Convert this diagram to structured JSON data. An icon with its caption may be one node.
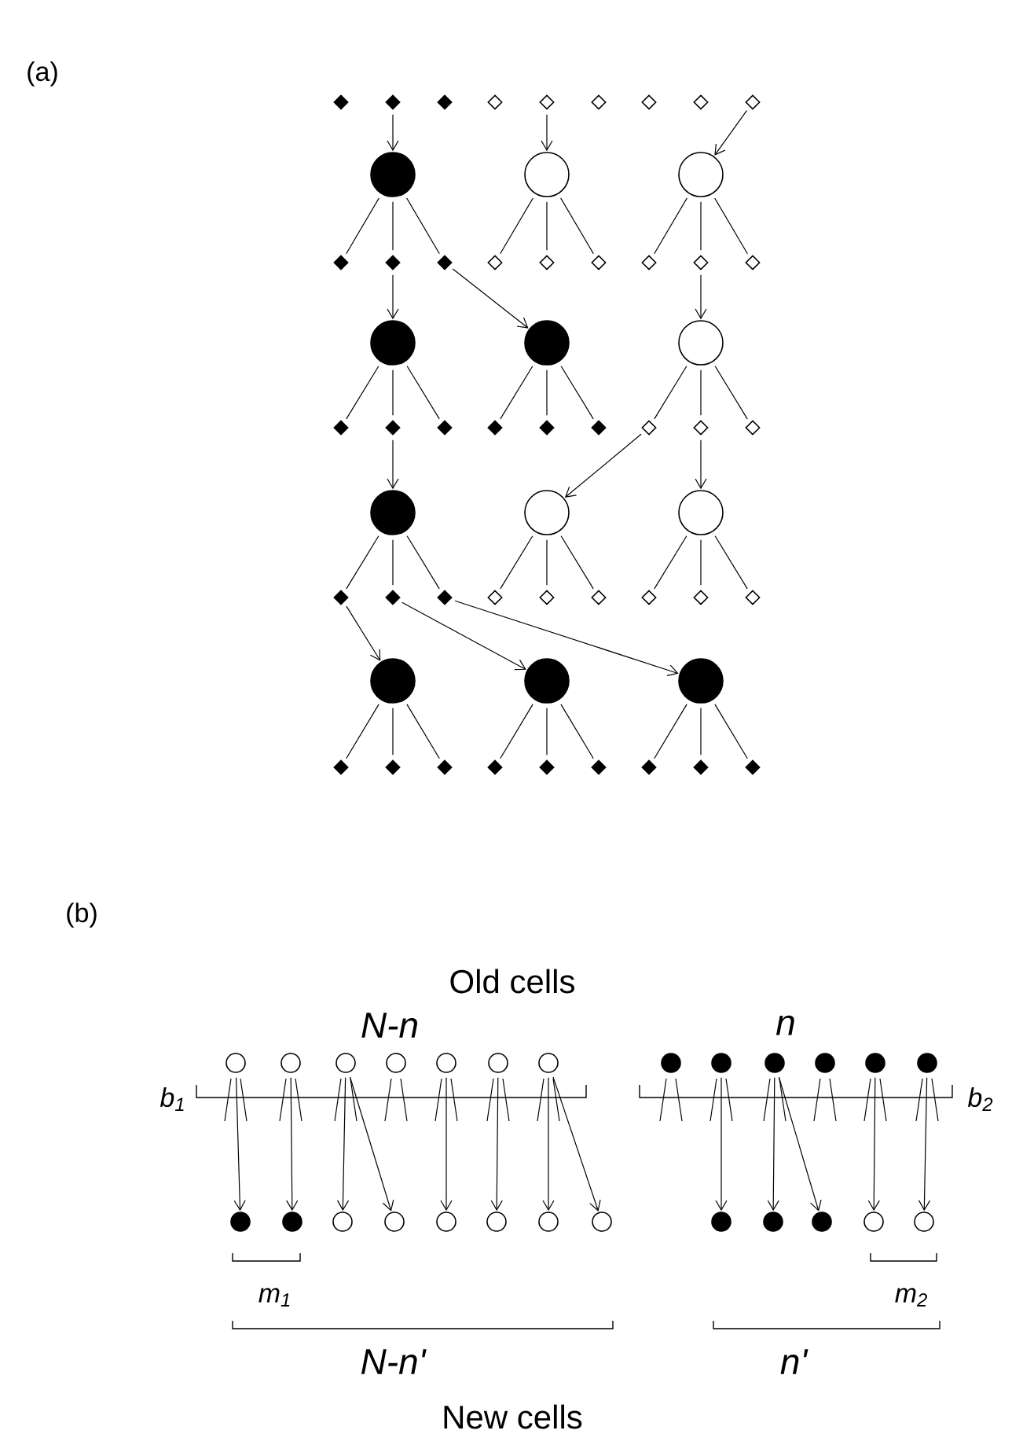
{
  "diagram": {
    "nodes": [
      {
        "text": [],
        "shape": "diamond"
      },
      {
        "text": [],
        "shape": "diamond"
      },
      {
        "text": [],
        "shape": "diamond"
      },
      {
        "text": [],
        "shape": "diamond"
      },
      {
        "text": [],
        "shape": "diamond"
      },
      {
        "text": [],
        "shape": "diamond"
      },
      {
        "text": [],
        "shape": "diamond"
      },
      {
        "text": [],
        "shape": "diamond"
      },
      {
        "text": [],
        "shape": "diamond"
      },
      {
        "text": [],
        "shape": "circle"
      },
      {
        "text": [],
        "shape": "circle"
      },
      {
        "text": [],
        "shape": "circle"
      },
      {
        "text": [],
        "shape": "diamond"
      },
      {
        "text": [],
        "shape": "diamond"
      },
      {
        "text": [],
        "shape": "diamond"
      },
      {
        "text": [],
        "shape": "diamond"
      },
      {
        "text": [],
        "shape": "diamond"
      },
      {
        "text": [],
        "shape": "diamond"
      },
      {
        "text": [],
        "shape": "diamond"
      },
      {
        "text": [],
        "shape": "diamond"
      },
      {
        "text": [],
        "shape": "diamond"
      },
      {
        "text": [],
        "shape": "circle"
      },
      {
        "text": [],
        "shape": "circle"
      },
      {
        "text": [],
        "shape": "circle"
      },
      {
        "text": [],
        "shape": "diamond"
      },
      {
        "text": [],
        "shape": "diamond"
      },
      {
        "text": [],
        "shape": "diamond"
      },
      {
        "text": [],
        "shape": "diamond"
      },
      {
        "text": [],
        "shape": "diamond"
      },
      {
        "text": [],
        "shape": "diamond"
      },
      {
        "text": [],
        "shape": "diamond"
      },
      {
        "text": [],
        "shape": "diamond"
      },
      {
        "text": [],
        "shape": "diamond"
      },
      {
        "text": [],
        "shape": "circle"
      },
      {
        "text": [],
        "shape": "circle"
      },
      {
        "text": [],
        "shape": "circle"
      },
      {
        "text": [],
        "shape": "diamond"
      },
      {
        "text": [],
        "shape": "diamond"
      },
      {
        "text": [],
        "shape": "diamond"
      },
      {
        "text": [],
        "shape": "diamond"
      },
      {
        "text": [],
        "shape": "diamond"
      },
      {
        "text": [],
        "shape": "diamond"
      },
      {
        "text": [],
        "shape": "diamond"
      },
      {
        "text": [],
        "shape": "diamond"
      },
      {
        "text": [],
        "shape": "diamond"
      },
      {
        "text": [],
        "shape": "circle"
      },
      {
        "text": [],
        "shape": "circle"
      },
      {
        "text": [],
        "shape": "circle"
      },
      {
        "text": [],
        "shape": "diamond"
      },
      {
        "text": [],
        "shape": "diamond"
      },
      {
        "text": [],
        "shape": "diamond"
      },
      {
        "text": [],
        "shape": "diamond"
      },
      {
        "text": [],
        "shape": "diamond"
      },
      {
        "text": [],
        "shape": "diamond"
      },
      {
        "text": [],
        "shape": "diamond"
      },
      {
        "text": [],
        "shape": "diamond"
      },
      {
        "text": [],
        "shape": "diamond"
      },
      {
        "text": [],
        "shape": "circle"
      },
      {
        "text": [],
        "shape": "circle"
      },
      {
        "text": [],
        "shape": "circle"
      },
      {
        "text": [],
        "shape": "circle"
      },
      {
        "text": [],
        "shape": "circle"
      },
      {
        "text": [],
        "shape": "circle"
      },
      {
        "text": [],
        "shape": "circle"
      },
      {
        "text": [],
        "shape": "circle"
      },
      {
        "text": [],
        "shape": "circle"
      },
      {
        "text": [],
        "shape": "circle"
      },
      {
        "text": [],
        "shape": "circle"
      },
      {
        "text": [],
        "shape": "circle"
      },
      {
        "text": [],
        "shape": "circle"
      },
      {
        "text": [],
        "shape": "circle"
      },
      {
        "text": [],
        "shape": "circle"
      },
      {
        "text": [],
        "shape": "circle"
      },
      {
        "text": [],
        "shape": "circle"
      },
      {
        "text": [],
        "shape": "circle"
      },
      {
        "text": [],
        "shape": "circle"
      },
      {
        "text": [],
        "shape": "circle"
      },
      {
        "text": [],
        "shape": "circle"
      },
      {
        "text": [],
        "shape": "circle"
      },
      {
        "text": [],
        "shape": "circle"
      },
      {
        "text": [],
        "shape": "circle"
      },
      {
        "text": [],
        "shape": "circle"
      },
      {
        "text": [],
        "shape": "circle"
      }
    ],
    "edges": [
      {
        "from": 1,
        "to": 9,
        "arrow": "to"
      },
      {
        "from": 4,
        "to": 10,
        "arrow": "to"
      },
      {
        "from": 8,
        "to": 11,
        "arrow": "to"
      },
      {
        "from": 9,
        "to": 12,
        "arrow": "none"
      },
      {
        "from": 9,
        "to": 13,
        "arrow": "none"
      },
      {
        "from": 9,
        "to": 14,
        "arrow": "none"
      },
      {
        "from": 10,
        "to": 15,
        "arrow": "none"
      },
      {
        "from": 10,
        "to": 16,
        "arrow": "none"
      },
      {
        "from": 10,
        "to": 17,
        "arrow": "none"
      },
      {
        "from": 11,
        "to": 18,
        "arrow": "none"
      },
      {
        "from": 11,
        "to": 19,
        "arrow": "none"
      },
      {
        "from": 11,
        "to": 20,
        "arrow": "none"
      },
      {
        "from": 13,
        "to": 21,
        "arrow": "to"
      },
      {
        "from": 14,
        "to": 22,
        "arrow": "to"
      },
      {
        "from": 19,
        "to": 23,
        "arrow": "to"
      },
      {
        "from": 21,
        "to": 24,
        "arrow": "none"
      },
      {
        "from": 21,
        "to": 25,
        "arrow": "none"
      },
      {
        "from": 21,
        "to": 26,
        "arrow": "none"
      },
      {
        "from": 22,
        "to": 27,
        "arrow": "none"
      },
      {
        "from": 22,
        "to": 28,
        "arrow": "none"
      },
      {
        "from": 22,
        "to": 29,
        "arrow": "none"
      },
      {
        "from": 23,
        "to": 30,
        "arrow": "none"
      },
      {
        "from": 23,
        "to": 31,
        "arrow": "none"
      },
      {
        "from": 23,
        "to": 32,
        "arrow": "none"
      },
      {
        "from": 25,
        "to": 33,
        "arrow": "to"
      },
      {
        "from": 30,
        "to": 34,
        "arrow": "to"
      },
      {
        "from": 31,
        "to": 35,
        "arrow": "to"
      },
      {
        "from": 33,
        "to": 36,
        "arrow": "none"
      },
      {
        "from": 33,
        "to": 37,
        "arrow": "none"
      },
      {
        "from": 33,
        "to": 38,
        "arrow": "none"
      },
      {
        "from": 34,
        "to": 39,
        "arrow": "none"
      },
      {
        "from": 34,
        "to": 40,
        "arrow": "none"
      },
      {
        "from": 34,
        "to": 41,
        "arrow": "none"
      },
      {
        "from": 35,
        "to": 42,
        "arrow": "none"
      },
      {
        "from": 35,
        "to": 43,
        "arrow": "none"
      },
      {
        "from": 35,
        "to": 44,
        "arrow": "none"
      },
      {
        "from": 36,
        "to": 45,
        "arrow": "to"
      },
      {
        "from": 37,
        "to": 46,
        "arrow": "to"
      },
      {
        "from": 38,
        "to": 47,
        "arrow": "to"
      },
      {
        "from": 45,
        "to": 48,
        "arrow": "none"
      },
      {
        "from": 45,
        "to": 49,
        "arrow": "none"
      },
      {
        "from": 45,
        "to": 50,
        "arrow": "none"
      },
      {
        "from": 46,
        "to": 51,
        "arrow": "none"
      },
      {
        "from": 46,
        "to": 52,
        "arrow": "none"
      },
      {
        "from": 46,
        "to": 53,
        "arrow": "none"
      },
      {
        "from": 47,
        "to": 54,
        "arrow": "none"
      },
      {
        "from": 47,
        "to": 55,
        "arrow": "none"
      },
      {
        "from": 47,
        "to": 56,
        "arrow": "none"
      },
      {
        "from": 57,
        "to": 70,
        "arrow": "to"
      },
      {
        "from": 58,
        "to": 71,
        "arrow": "to"
      },
      {
        "from": 59,
        "to": 72,
        "arrow": "to"
      },
      {
        "from": 59,
        "to": 73,
        "arrow": "to"
      },
      {
        "from": 61,
        "to": 74,
        "arrow": "to"
      },
      {
        "from": 62,
        "to": 75,
        "arrow": "to"
      },
      {
        "from": 63,
        "to": 76,
        "arrow": "to"
      },
      {
        "from": 63,
        "to": 77,
        "arrow": "to"
      },
      {
        "from": 65,
        "to": 78,
        "arrow": "to"
      },
      {
        "from": 66,
        "to": 79,
        "arrow": "to"
      },
      {
        "from": 66,
        "to": 80,
        "arrow": "to"
      },
      {
        "from": 68,
        "to": 81,
        "arrow": "to"
      },
      {
        "from": 69,
        "to": 82,
        "arrow": "to"
      }
    ],
    "labels": [
      "(a)",
      "(b)",
      "Old cells",
      "N-n",
      "n",
      "b$_{1}$",
      "b$_{2}$",
      "m$_{1}$",
      "m$_{2}$",
      "N-n'",
      "n'",
      "New cells"
    ]
  }
}
